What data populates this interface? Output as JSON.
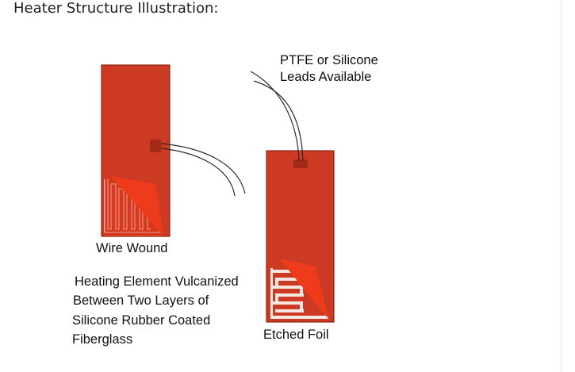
{
  "page": {
    "title": "Heater Structure Illustration:"
  },
  "diagram": {
    "lead_label_line1": "PTFE or Silicone",
    "lead_label_line2": "Leads Available",
    "left_label": "Wire Wound",
    "right_label": "Etched Foil",
    "note_line1": "Heating Element Vulcanized",
    "note_line2": "Between Two Layers of",
    "note_line3": "Silicone Rubber Coated",
    "note_line4": "Fiberglass"
  },
  "colors": {
    "heater_red": "#cc3a23",
    "heater_dark": "#8e2414",
    "corner_orange": "#ee3b1c",
    "element_trace": "#f6e7e1"
  }
}
